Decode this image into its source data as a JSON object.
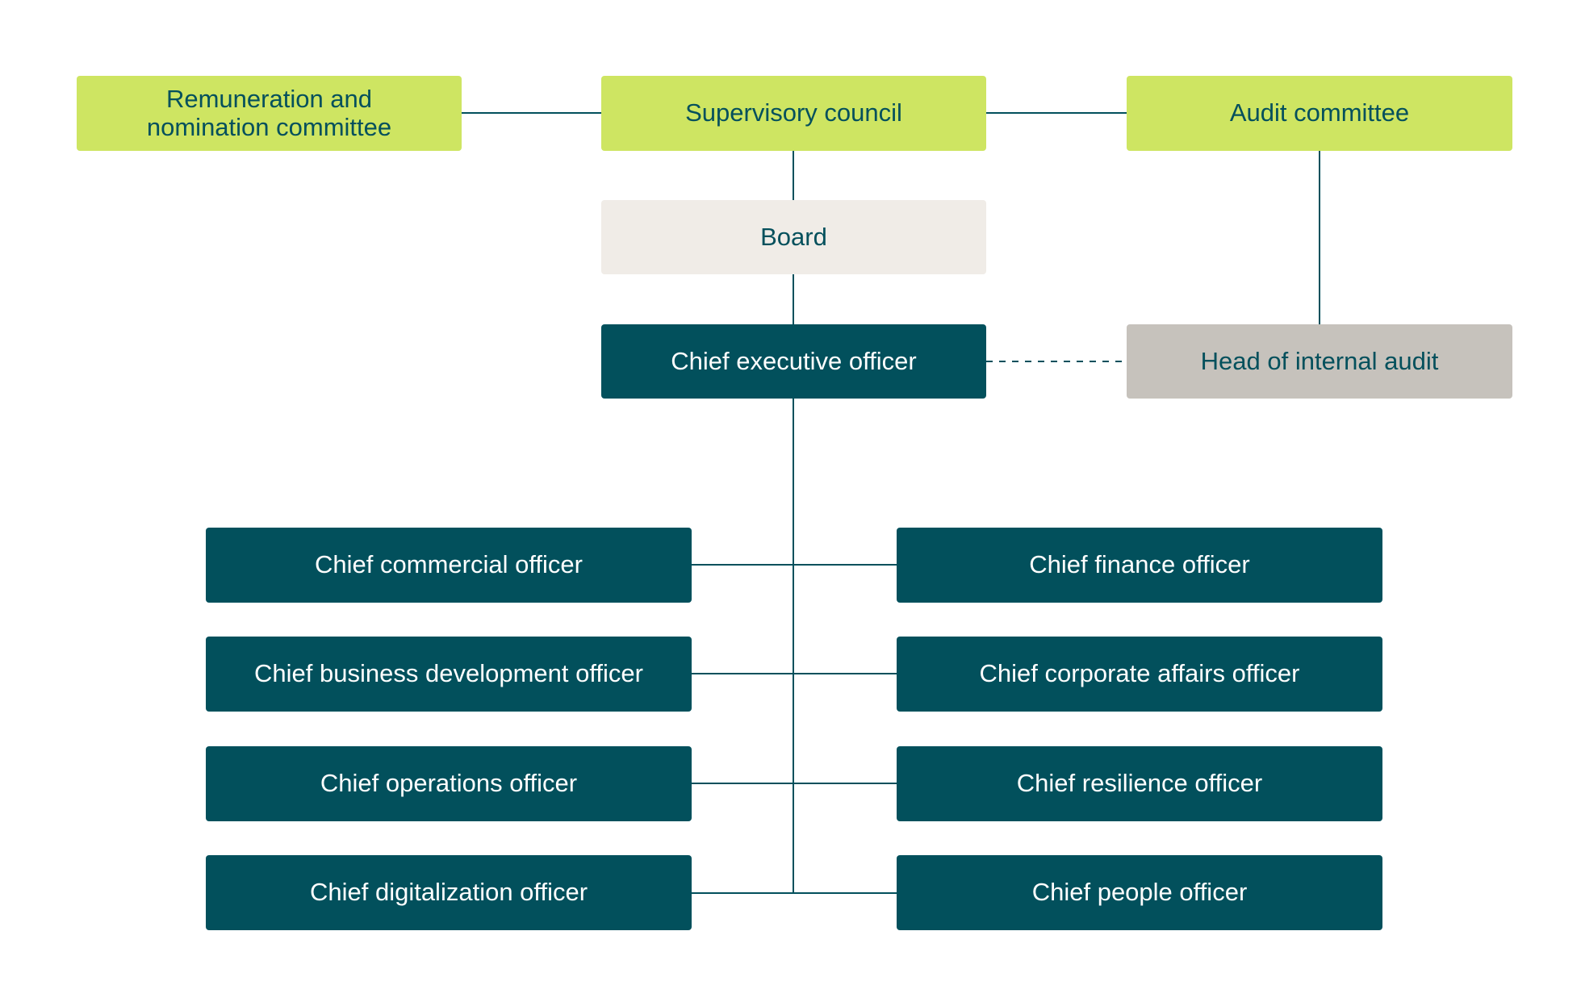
{
  "colors": {
    "green": "#cee562",
    "beige": "#f0ece7",
    "teal": "#02505c",
    "grey": "#c6c2bc",
    "line": "#02505c"
  },
  "nodes": {
    "remuneration": "Remuneration and\nnomination committee",
    "supervisory": "Supervisory council",
    "audit": "Audit committee",
    "board": "Board",
    "ceo": "Chief executive officer",
    "internal_audit": "Head of internal audit",
    "cco": "Chief commercial officer",
    "cbdo": "Chief business development officer",
    "coo": "Chief operations officer",
    "cdo": "Chief digitalization officer",
    "cfo": "Chief finance officer",
    "ccao": "Chief corporate affairs officer",
    "cro": "Chief resilience officer",
    "cpo": "Chief people officer"
  }
}
